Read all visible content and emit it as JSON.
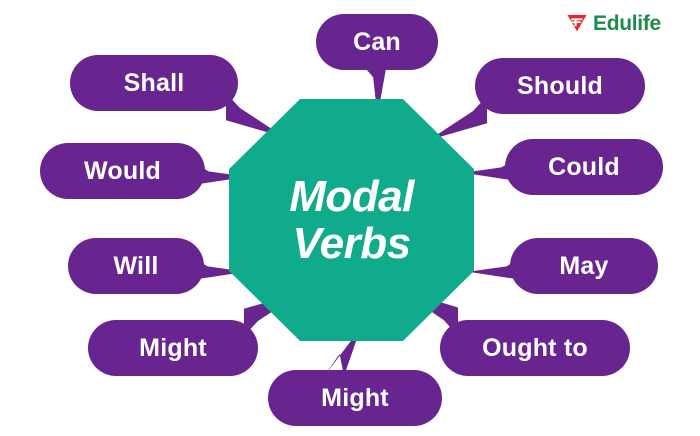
{
  "brand": {
    "name": "Edulife",
    "logo_icon": "triangle-funnel-icon",
    "mark_color": "#E8272C",
    "text_color": "#1E8A4C"
  },
  "center": {
    "line1": "Modal",
    "line2": "Verbs",
    "shape": "octagon",
    "fill_color": "#10AB8C",
    "text_color": "#FFFFFF"
  },
  "palette": {
    "bubble_fill": "#682590",
    "bubble_text": "#FFFFFF",
    "background": "#FFFFFF"
  },
  "bubbles": [
    {
      "label": "Can",
      "position": "top-center",
      "tail": "down"
    },
    {
      "label": "Shall",
      "position": "top-left",
      "tail": "down-right"
    },
    {
      "label": "Should",
      "position": "top-right",
      "tail": "down-left"
    },
    {
      "label": "Would",
      "position": "left-upper",
      "tail": "right"
    },
    {
      "label": "Could",
      "position": "right-upper",
      "tail": "left"
    },
    {
      "label": "Will",
      "position": "left-middle",
      "tail": "right"
    },
    {
      "label": "May",
      "position": "right-middle",
      "tail": "left"
    },
    {
      "label": "Might",
      "position": "left-lower",
      "tail": "up-right"
    },
    {
      "label": "Ought to",
      "position": "right-lower",
      "tail": "up-left"
    },
    {
      "label": "Might",
      "position": "bottom-center",
      "tail": "up"
    }
  ]
}
